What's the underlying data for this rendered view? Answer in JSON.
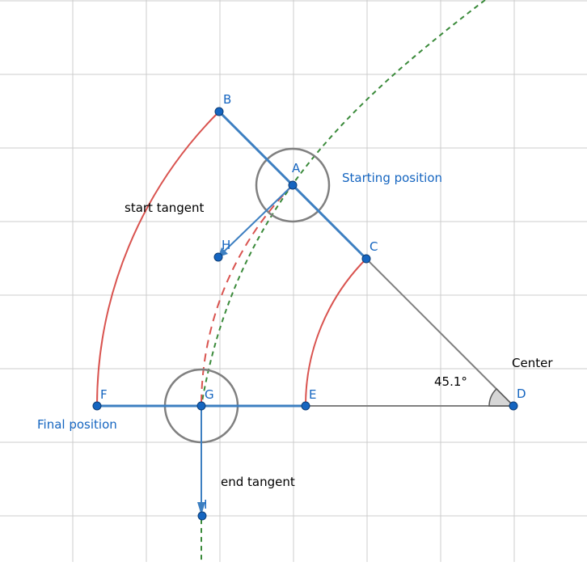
{
  "points": {
    "A": {
      "label": "A"
    },
    "B": {
      "label": "B"
    },
    "C": {
      "label": "C"
    },
    "D": {
      "label": "D"
    },
    "E": {
      "label": "E"
    },
    "F": {
      "label": "F"
    },
    "G": {
      "label": "G"
    },
    "H": {
      "label": "H"
    },
    "I": {
      "label": "I"
    }
  },
  "angle_label": "45.1°",
  "labels": {
    "starting_position": "Starting position",
    "final_position": "Final position",
    "center": "Center",
    "start_tangent": "start tangent",
    "end_tangent": "end tangent"
  },
  "colors": {
    "blue": "#3d7fc1",
    "point_fill": "#1565c0",
    "label_blue": "#1565c0",
    "red": "#d9534f",
    "green": "#3a8a3a",
    "gray": "#808080",
    "grid": "#cccccc"
  }
}
